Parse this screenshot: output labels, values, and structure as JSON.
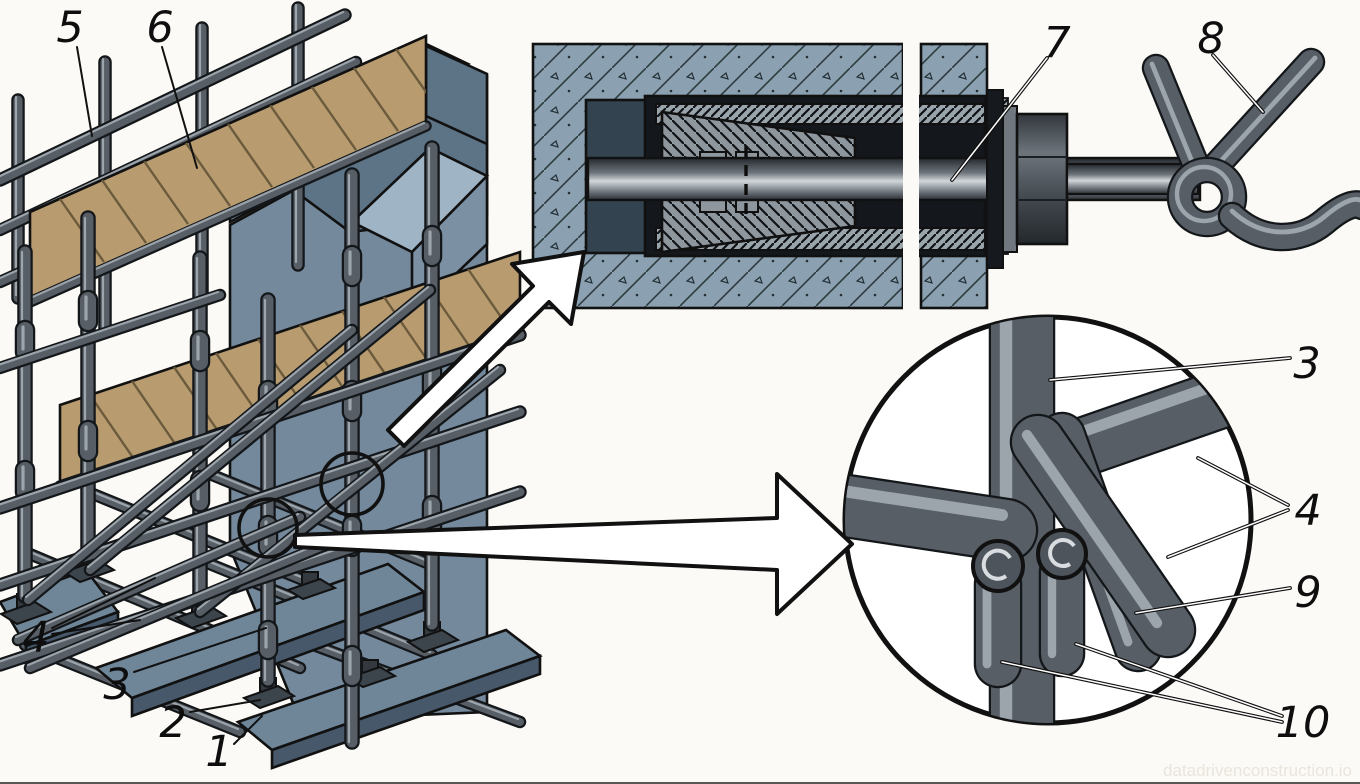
{
  "figure": {
    "kind": "scaffolding-anchoring-technical-diagram",
    "watermark": "datadrivenconstruction.io",
    "labels": {
      "n1": "1",
      "n2": "2",
      "n3": "3",
      "n4": "4",
      "n5": "5",
      "n6": "6",
      "n7": "7",
      "n8": "8",
      "n9": "9",
      "n10": "10",
      "n3b": "3",
      "n4b": "4"
    }
  },
  "colors": {
    "paper": "#fcfaf6",
    "outline": "#111111",
    "wall_front": "#74899c",
    "wall_top": "#a3b7c6",
    "wall_side": "#5d7386",
    "wood": "#b89c70",
    "wood_line": "#6b5a3c",
    "steel_dark": "#14171a",
    "steel_mid": "#575e66",
    "steel_light": "#a4acb4",
    "sill_top": "#6f8698",
    "sill_side": "#46586a",
    "concrete": "#8ba1b1",
    "recess": "#33434f",
    "sleeve": "#14181c",
    "hatch_steel": "#8f979e",
    "watermark_text": "#e9e5dd"
  }
}
